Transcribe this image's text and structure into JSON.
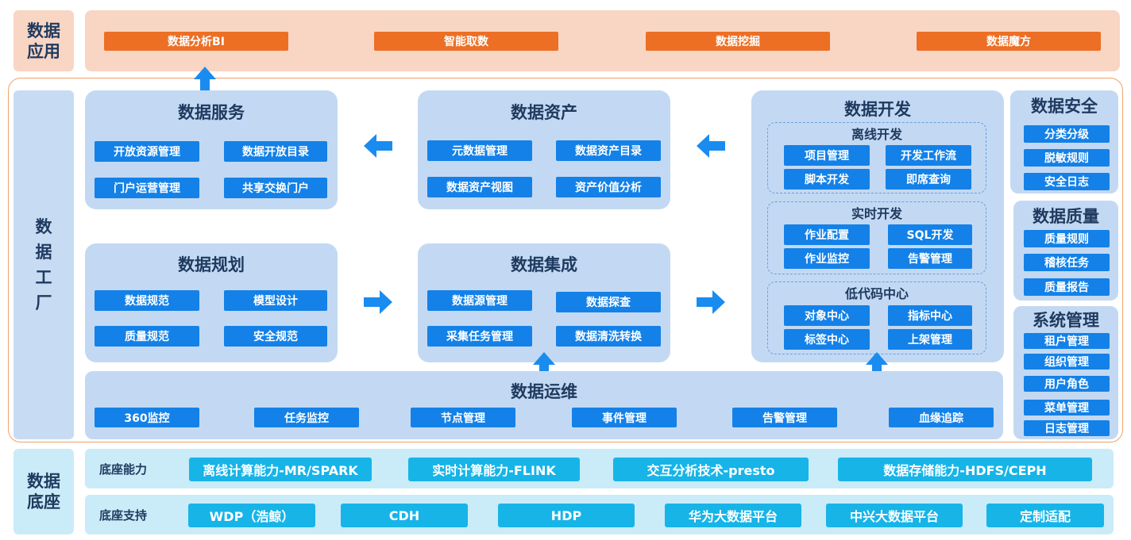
{
  "app_layer": {
    "label": "数据应用",
    "items": [
      "数据分析BI",
      "智能取数",
      "数据挖掘",
      "数据魔方"
    ]
  },
  "factory": {
    "label": "数据工厂",
    "data_service": {
      "title": "数据服务",
      "items": [
        "开放资源管理",
        "数据开放目录",
        "门户运营管理",
        "共享交换门户"
      ]
    },
    "data_asset": {
      "title": "数据资产",
      "items": [
        "元数据管理",
        "数据资产目录",
        "数据资产视图",
        "资产价值分析"
      ]
    },
    "data_planning": {
      "title": "数据规划",
      "items": [
        "数据规范",
        "模型设计",
        "质量规范",
        "安全规范"
      ]
    },
    "data_integration": {
      "title": "数据集成",
      "items": [
        "数据源管理",
        "数据探查",
        "采集任务管理",
        "数据清洗转换"
      ]
    },
    "data_dev": {
      "title": "数据开发",
      "offline": {
        "title": "离线开发",
        "items": [
          "项目管理",
          "开发工作流",
          "脚本开发",
          "即席查询"
        ]
      },
      "realtime": {
        "title": "实时开发",
        "items": [
          "作业配置",
          "SQL开发",
          "作业监控",
          "告警管理"
        ]
      },
      "lowcode": {
        "title": "低代码中心",
        "items": [
          "对象中心",
          "指标中心",
          "标签中心",
          "上架管理"
        ]
      }
    },
    "data_ops": {
      "title": "数据运维",
      "items": [
        "360监控",
        "任务监控",
        "节点管理",
        "事件管理",
        "告警管理",
        "血缘追踪"
      ]
    },
    "data_security": {
      "title": "数据安全",
      "items": [
        "分类分级",
        "脱敏规则",
        "安全日志"
      ]
    },
    "data_quality": {
      "title": "数据质量",
      "items": [
        "质量规则",
        "稽核任务",
        "质量报告"
      ]
    },
    "system_mgmt": {
      "title": "系统管理",
      "items": [
        "租户管理",
        "组织管理",
        "用户角色",
        "菜单管理",
        "日志管理"
      ]
    }
  },
  "foundation": {
    "label": "数据底座",
    "capability": {
      "label": "底座能力",
      "items": [
        "离线计算能力-MR/SPARK",
        "实时计算能力-FLINK",
        "交互分析技术-presto",
        "数据存储能力-HDFS/CEPH"
      ]
    },
    "support": {
      "label": "底座支持",
      "items": [
        "WDP（浩鲸）",
        "CDH",
        "HDP",
        "华为大数据平台",
        "中兴大数据平台",
        "定制适配"
      ]
    }
  },
  "colors": {
    "orange_accent": "#ec6f25",
    "orange_light": "#f9d5c3",
    "blue_button": "#1381e8",
    "blue_module": "#c3d9f3",
    "cyan_button": "#17b4e8",
    "cyan_light": "#c9ecf8",
    "arrow": "#1a8cf0"
  }
}
